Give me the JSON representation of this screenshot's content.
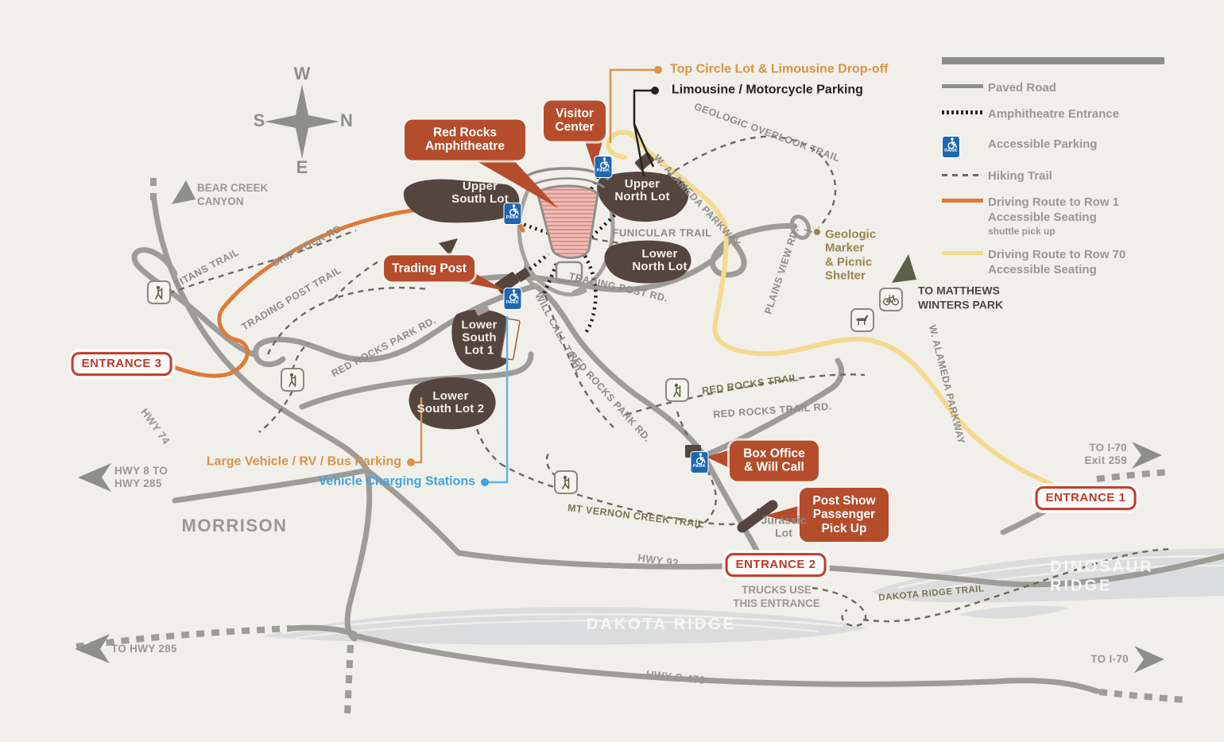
{
  "colors": {
    "background": "#F1EFEA",
    "callout_red": "#B54C2B",
    "lot_brown": "#54463E",
    "paved_road_gray": "#9E9C98",
    "route_row1_orange": "#DE7A3A",
    "route_row70_yellow": "#F3DA8F",
    "accessible_blue": "#1E68B2",
    "charging_blue": "#3FA3E0",
    "rv_orange": "#D89448",
    "trail_olive": "#7C744F"
  },
  "compass": {
    "w": "W",
    "n": "N",
    "s": "S",
    "e": "E"
  },
  "legend": {
    "items": [
      {
        "label": "Paved Road"
      },
      {
        "label": "Amphitheatre Entrance"
      },
      {
        "label": "Accessible Parking"
      },
      {
        "label": "Hiking Trail"
      },
      {
        "label": "Driving Route to Row 1\nAccessible Seating",
        "sublabel": "shuttle pick up"
      },
      {
        "label": "Driving Route to Row 70\nAccessible Seating"
      }
    ]
  },
  "callouts": {
    "red_rocks_amphitheatre": "Red Rocks\nAmphitheatre",
    "visitor_center": "Visitor\nCenter",
    "trading_post": "Trading Post",
    "box_office": "Box Office\n& Will Call",
    "post_show": "Post Show\nPassenger\nPick Up"
  },
  "lots": {
    "upper_south": "Upper\nSouth Lot",
    "upper_north": "Upper\nNorth Lot",
    "lower_north": "Lower\nNorth Lot",
    "lower_south_1": "Lower\nSouth\nLot 1",
    "lower_south_2": "Lower\nSouth Lot 2",
    "jurassic": "Jurassic\nLot"
  },
  "entrances": {
    "e1": "ENTRANCE 1",
    "e2": "ENTRANCE 2",
    "e3": "ENTRANCE 3"
  },
  "pointers": {
    "top_circle": "Top Circle Lot & Limousine Drop-off",
    "limousine": "Limousine / Motorcycle Parking",
    "large_vehicle": "Large Vehicle / RV / Bus Parking",
    "charging": "Vehicle Charging Stations",
    "geologic": "Geologic\nMarker\n& Picnic\nShelter",
    "matthews": "TO MATTHEWS\nWINTERS PARK",
    "bear_creek": "BEAR CREEK\nCANYON",
    "trucks": "TRUCKS USE\nTHIS ENTRANCE"
  },
  "roads": {
    "ship_rock": "SHIP ROCK RD.",
    "titans_trail": "TITANS TRAIL",
    "trading_post_trail": "TRADING POST TRAIL",
    "red_rocks_park_rd_w": "RED ROCKS PARK RD.",
    "red_rocks_park_rd_s": "RED ROCKS PARK RD.",
    "trading_post_rd": "TRADING POST RD.",
    "will_call_trail": "WILL CALL TRAIL",
    "funicular_trail": "FUNICULAR TRAIL",
    "geologic_overlook_trail": "GEOLOGIC OVERLOOK TRAIL",
    "plains_view_rd": "PLAINS VIEW RD.",
    "alameda_nw": "W. ALAMEDA PARKWAY",
    "alameda_e": "W. ALAMEDA PARKWAY",
    "red_rocks_trail": "RED ROCKS TRAIL",
    "red_rocks_trail_rd": "RED ROCKS TRAIL RD.",
    "mt_vernon_creek_trail": "MT VERNON CREEK TRAIL",
    "dakota_ridge_trail": "DAKOTA RIDGE TRAIL",
    "hwy_74": "HWY 74",
    "hwy_93": "HWY 93",
    "hwy_c470": "HWY C-470",
    "hwy_8": "HWY 8 TO\nHWY 285",
    "to_hwy_285": "TO HWY 285",
    "to_i70_exit": "TO I-70\nExit 259",
    "to_i70": "TO I-70"
  },
  "places": {
    "morrison": "MORRISON",
    "dakota_ridge": "DAKOTA RIDGE",
    "dinosaur_ridge": "DINOSAUR RIDGE"
  },
  "icons": {
    "park_label": "PARK"
  }
}
